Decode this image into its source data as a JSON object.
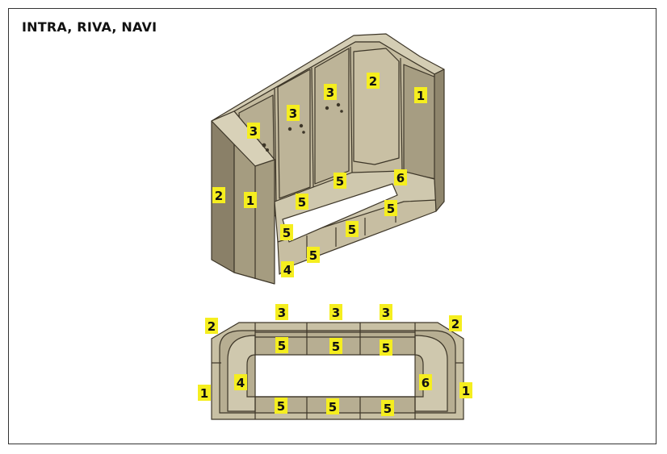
{
  "title": "INTRA, RIVA, NAVI",
  "colors": {
    "stone_light": "#ccc4aa",
    "stone_mid": "#b5ac90",
    "stone_dark": "#7a7058",
    "stone_inner": "#c1b89c",
    "edge": "#3d3628",
    "label_bg": "#f5ee1f"
  },
  "iso_labels": [
    "3",
    "3",
    "3",
    "2",
    "1",
    "2",
    "1",
    "5",
    "5",
    "6",
    "5",
    "5",
    "5",
    "5",
    "4"
  ],
  "plan_labels": [
    "2",
    "3",
    "3",
    "3",
    "2",
    "5",
    "5",
    "5",
    "1",
    "4",
    "6",
    "1",
    "5",
    "5",
    "5"
  ]
}
